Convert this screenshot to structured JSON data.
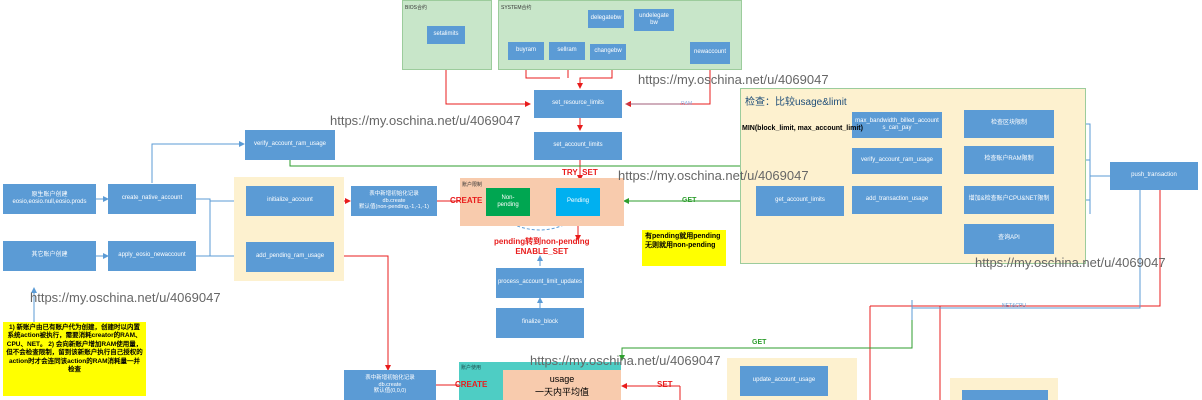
{
  "groups": {
    "bios_title": "BIOS合约",
    "system_title": "SYSTEM合约",
    "account_limit_title": "账户限制",
    "check_title": "检查：比较usage&limit",
    "account_usage_title": "账户使用"
  },
  "nodes": {
    "setalimits": "setalimits",
    "delegatebw": "delegatebw",
    "undelegatebw": "undelegate\nbw",
    "buyram": "buyram",
    "sellram": "sellram",
    "changebw": "changebw",
    "newaccount": "newaccount",
    "set_resource_limits": "set_resource_limits",
    "set_account_limits": "set_account_limits",
    "verify_account_ram_usage_top": "verify_account_ram_usage",
    "max_bandwidth": "max_bandwidth_billed_account\ns_can_pay",
    "verify_account_ram_usage_right": "verify_account_ram_usage",
    "add_transaction_usage": "add_transaction_usage",
    "get_account_limits": "get_account_limits",
    "check_block_limit": "检查区块限制",
    "check_ram_limit": "检查账户RAM限制",
    "add_check_cpu_net": "增加&检查账户CPU&NET限制",
    "query_api": "查询API",
    "push_transaction": "push_transaction",
    "native_create": "原生账户创建\neosio,eosio.null,eosio.prods",
    "create_native_account": "create_native_account",
    "other_create": "其它账户创建",
    "apply_eosio_newaccount": "apply_eosio_newaccount",
    "initialize_account": "initialize_account",
    "add_pending_ram_usage": "add_pending_ram_usage",
    "non_pending": "Non-\npending",
    "pending": "Pending",
    "process_account_limit_updates": "process_account_limit_updates",
    "finalize_block": "finalize_block",
    "update_account_usage": "update_account_usage",
    "usage_box": "usage\n一天内平均值"
  },
  "text": {
    "db_create_1": "表中新增初始化记录\ndb.create\n默认值(non-pending,-1,-1,-1)",
    "db_create_2": "表中新增初始化记录\ndb.create\n默认值(0,0,0)",
    "min_label": "MIN(block_limit, max_account_limit)",
    "try_set": "TRY_SET",
    "create_1": "CREATE",
    "create_2": "CREATE",
    "set_label": "SET",
    "pending_change": "pending转到non-pending\nENABLE_SET",
    "get_1": "GET",
    "get_2": "GET",
    "net_cpu": "NET&CPU",
    "ram_edge": "RAM"
  },
  "notes": {
    "pending_note": "有pending就用pending\n无则就用non-pending",
    "account_note": "1) 新账户由已有账户代为创建，创建时以内置系统action被执行，需要消耗creator的RAM、CPU、NET。\n2) 会向新账户增加RAM使用量，但不会检查限制，留到该新账户执行自己授权的action时才会连同该action的RAM消耗量一并检查"
  },
  "watermark": "https://my.oschina.net/u/4069047",
  "colors": {
    "node": "#5b9bd5",
    "green_node": "#00a651",
    "pending_node": "#00b0f0",
    "red_wire": "#e81c1c",
    "green_wire": "#2e9e2e",
    "blue_wire": "#5b9bd5"
  }
}
